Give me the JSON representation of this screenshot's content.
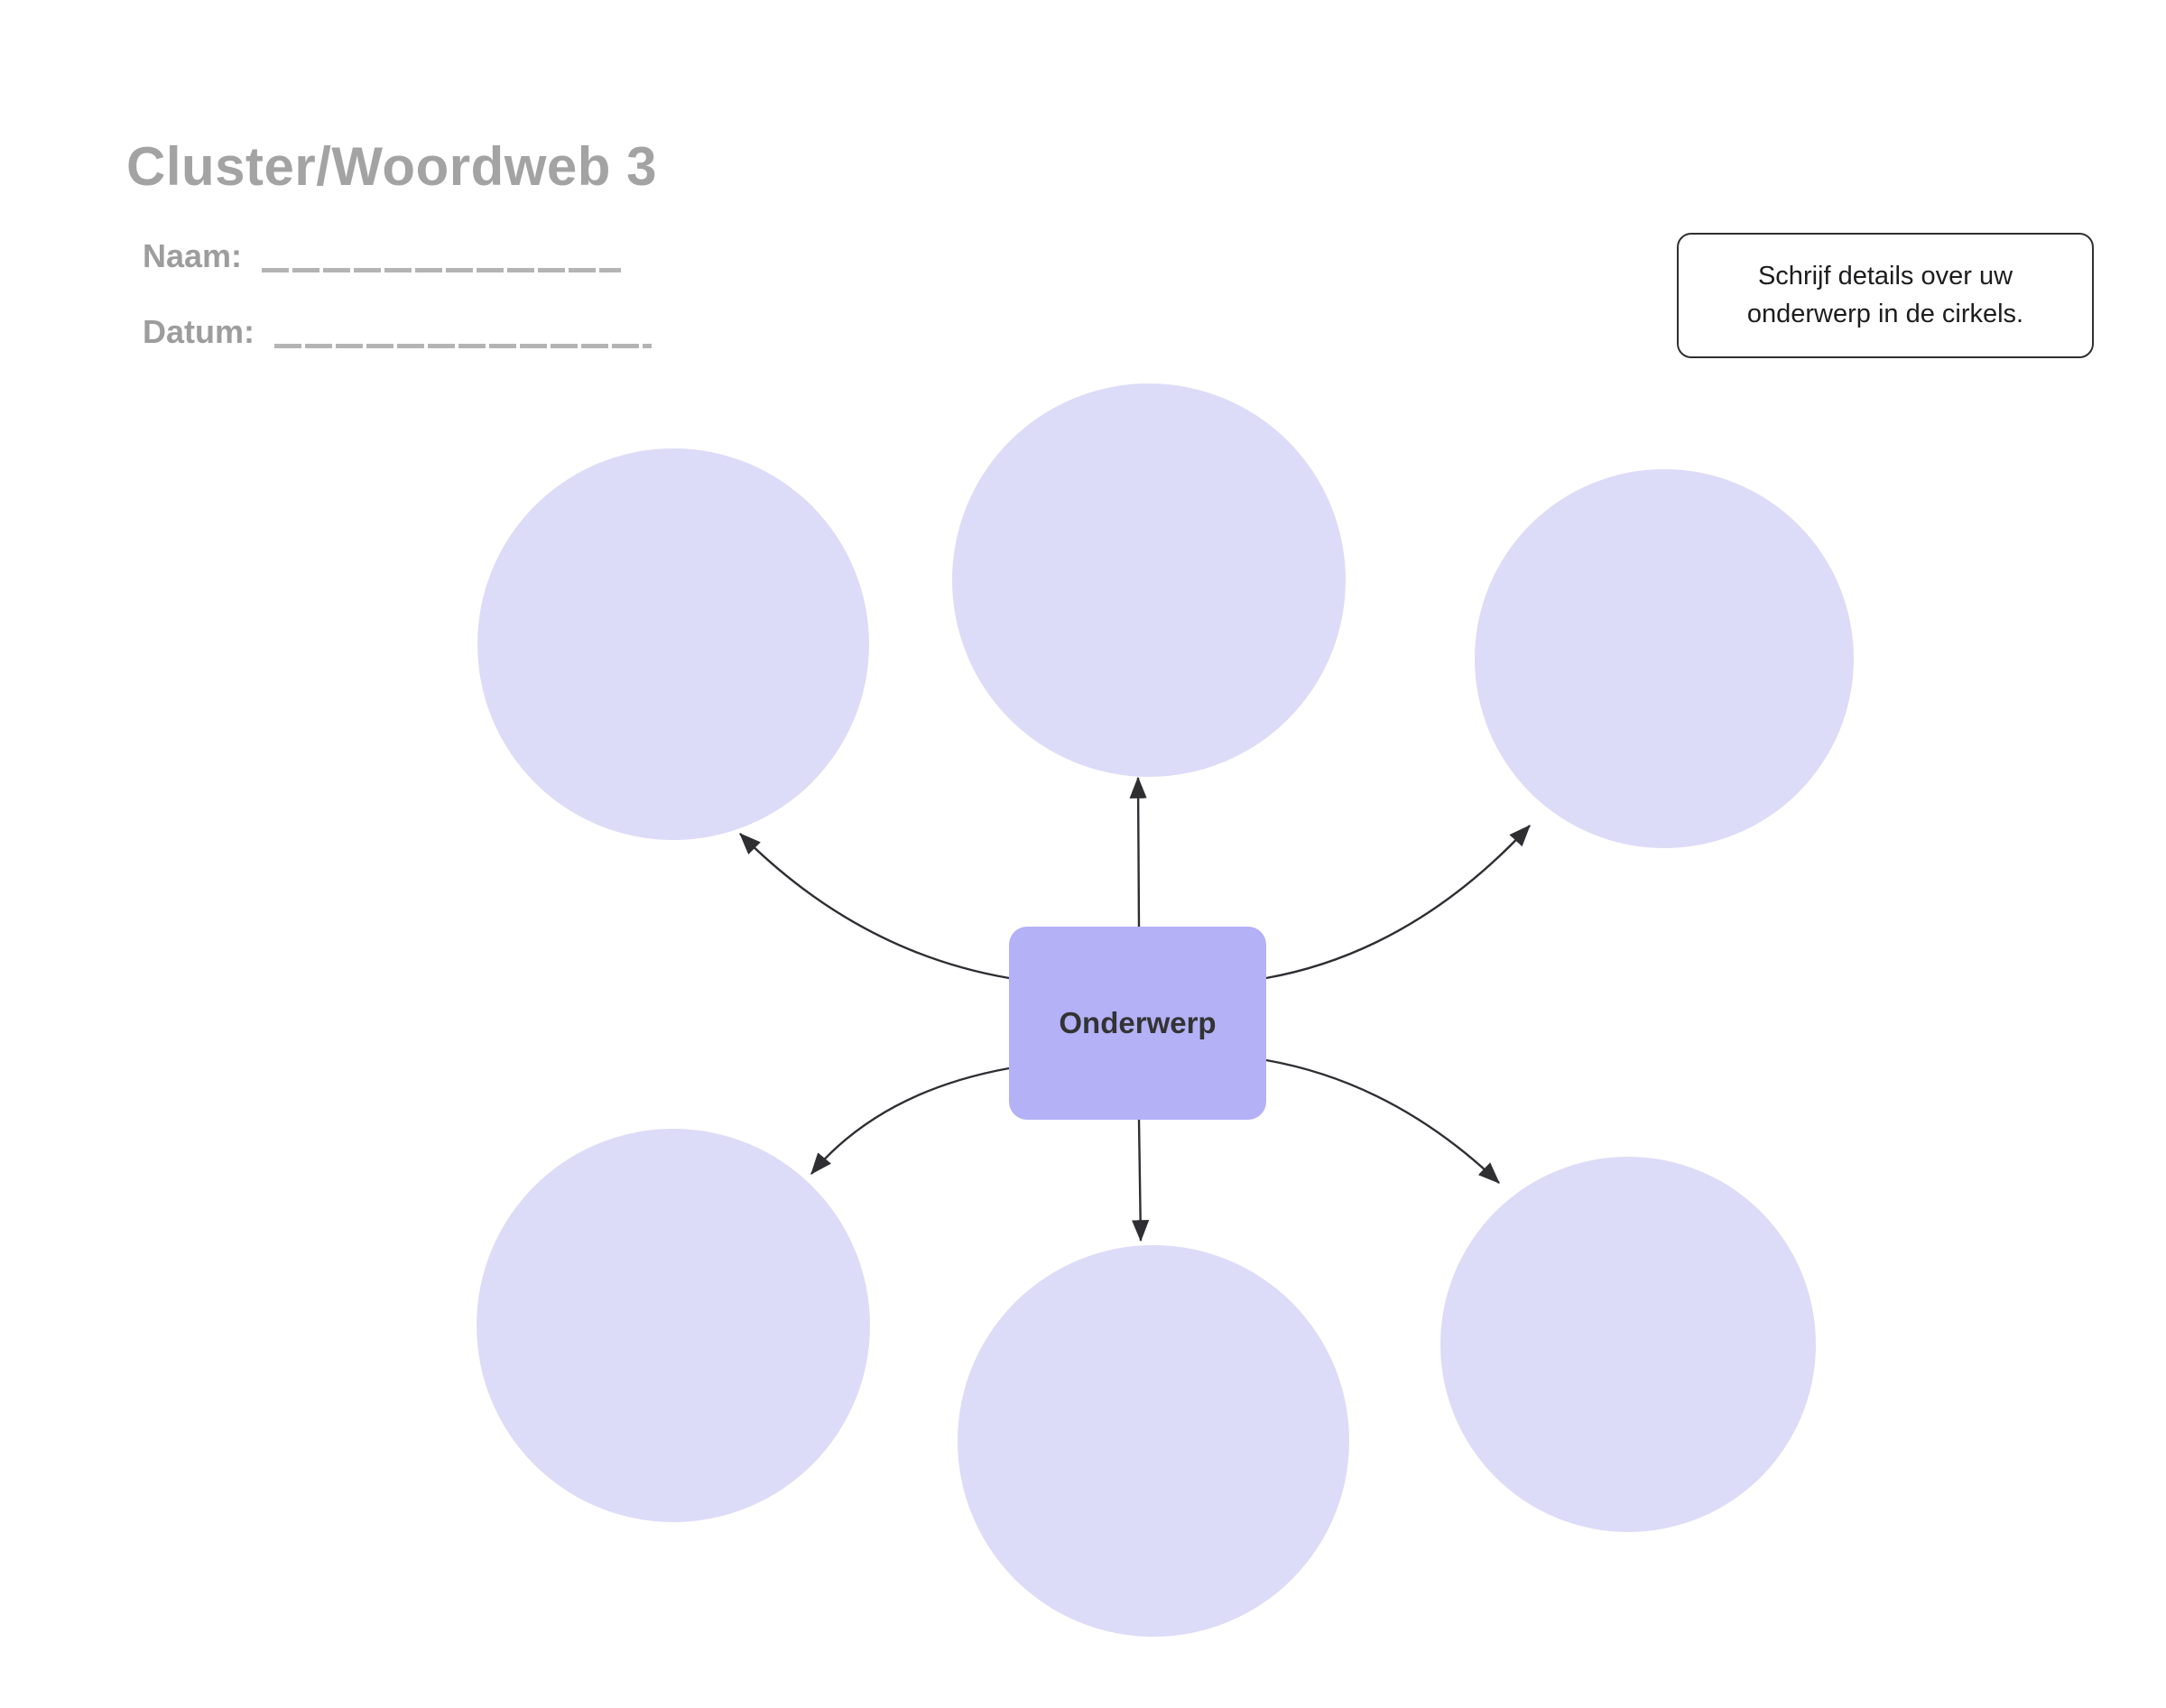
{
  "header": {
    "title": "Cluster/Woordweb 3"
  },
  "fields": {
    "naam": {
      "label": "Naam:",
      "value": ""
    },
    "datum": {
      "label": "Datum:",
      "value": ""
    }
  },
  "note": {
    "text": "Schrijf details over uw onderwerp in de cirkels.",
    "lines": [
      "Schrijf details over uw",
      "onderwerp in de cirkels."
    ]
  },
  "center": {
    "label": "Onderwerp"
  },
  "colors": {
    "accent-box": "#b4b1f7",
    "circle-fill": "#dcdcf8",
    "title-gray": "#a3a3a3",
    "label-gray": "#9d9d9d",
    "line-gray": "#b4b4b4",
    "arrow-dark": "#2e2e33",
    "note-border": "#303030",
    "note-text": "#1d1d1f",
    "center-text": "#333333"
  }
}
